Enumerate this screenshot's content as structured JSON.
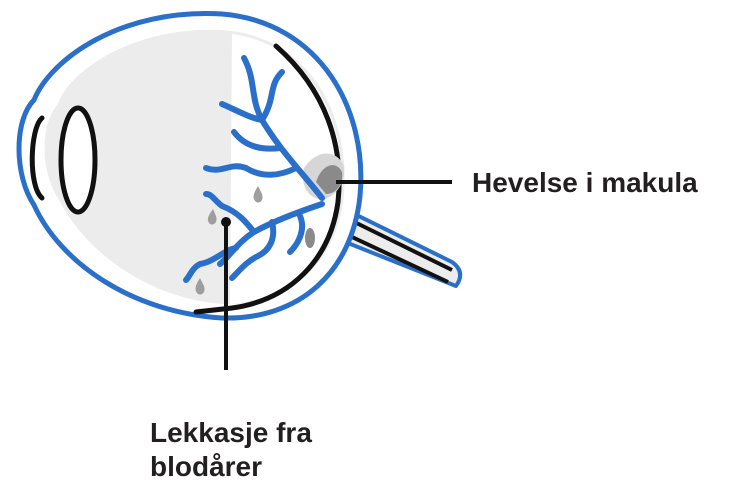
{
  "labels": {
    "macula_swelling": "Hevelse i makula",
    "leakage_line1": "Lekkasje fra",
    "leakage_line2": "blodårer"
  },
  "colors": {
    "eye_outline": "#2a6fc9",
    "eye_fill": "#ececec",
    "vessel": "#2a6fc9",
    "retina": "#111111",
    "fluid": "#9e9e9e",
    "swelling": "#8a8a8a",
    "text": "#231f20"
  }
}
